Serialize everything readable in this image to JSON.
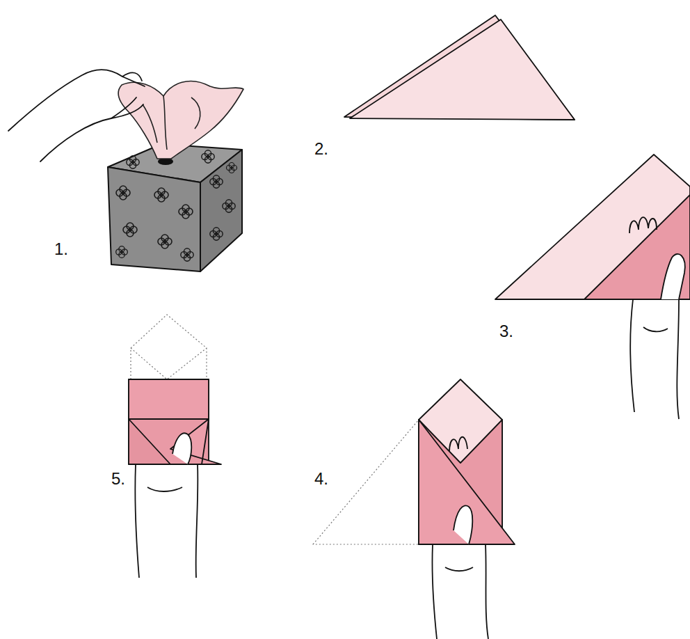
{
  "diagram": {
    "labels": [
      "1.",
      "2.",
      "3.",
      "4.",
      "5."
    ]
  }
}
